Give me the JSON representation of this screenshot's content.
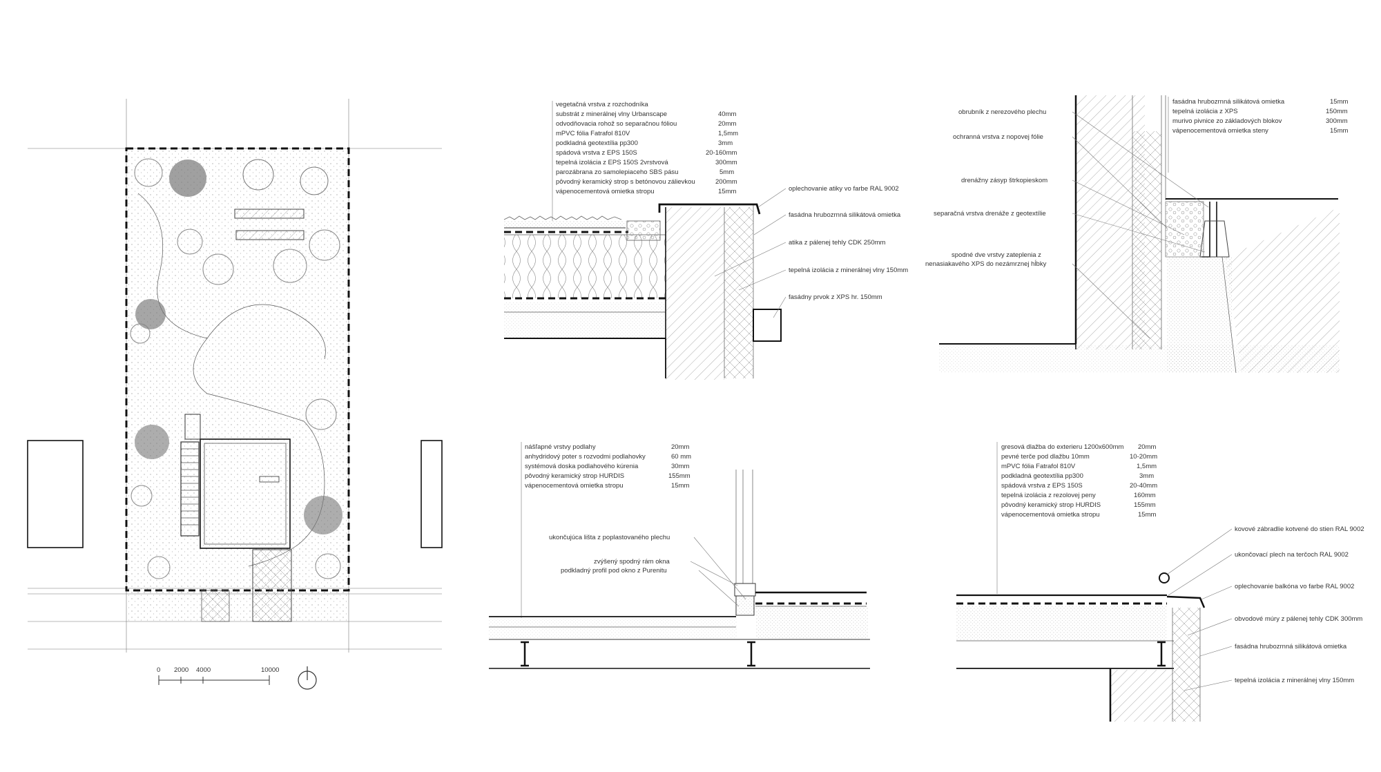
{
  "site_plan": {
    "scale_labels": [
      "0",
      "2000",
      "4000",
      "10000"
    ]
  },
  "roof_detail": {
    "layers": [
      {
        "name": "vegetačná vrstva z rozchodníka",
        "thickness": ""
      },
      {
        "name": "substrát z minerálnej vlny Urbanscape",
        "thickness": "40mm"
      },
      {
        "name": "odvodňovacia rohož so separačnou fóliou",
        "thickness": "20mm"
      },
      {
        "name": "mPVC fólia Fatrafol 810V",
        "thickness": "1,5mm"
      },
      {
        "name": "podkladná geotextília pp300",
        "thickness": "3mm"
      },
      {
        "name": "spádová vrstva z EPS 150S",
        "thickness": "20-160mm"
      },
      {
        "name": "tepelná izolácia z EPS 150S 2vrstvová",
        "thickness": "300mm"
      },
      {
        "name": "parozábrana zo samolepiaceho SBS pásu",
        "thickness": "5mm"
      },
      {
        "name": "pôvodný keramický strop s betónovou zálievkou",
        "thickness": "200mm"
      },
      {
        "name": "vápenocementová omietka stropu",
        "thickness": "15mm"
      }
    ],
    "callouts": [
      "oplechovanie atiky vo farbe RAL 9002",
      "fasádna hrubozrnná  silikátová omietka",
      "atika z pálenej tehly CDK 250mm",
      "tepelná izolácia z minerálnej vlny 150mm",
      "fasádny prvok z XPS hr. 150mm"
    ]
  },
  "basement_detail": {
    "callouts_left": [
      "obrubník z nerezového plechu",
      "ochranná vrstva z nopovej fólie",
      "drenážny zásyp štrkopieskom",
      "separačná vrstva drenáže z geotextílie",
      "spodné dve vrstvy zateplenia z",
      "nenasiakavého XPS do nezámrznej hĺbky"
    ],
    "layers": [
      {
        "name": "fasádna hrubozrnná  silikátová omietka",
        "thickness": "15mm"
      },
      {
        "name": "tepelná izolácia z XPS",
        "thickness": "150mm"
      },
      {
        "name": "murivo pivnice zo základových blokov",
        "thickness": "300mm"
      },
      {
        "name": "vápenocementová omietka steny",
        "thickness": "15mm"
      }
    ]
  },
  "floor_detail": {
    "layers": [
      {
        "name": "nášľapné vrstvy podlahy",
        "thickness": "20mm"
      },
      {
        "name": "anhydridový poter s rozvodmi podlahovky",
        "thickness": "60 mm"
      },
      {
        "name": "systémová doska podlahového kúrenia",
        "thickness": "30mm"
      },
      {
        "name": "pôvodný keramický strop HURDIS",
        "thickness": "155mm"
      },
      {
        "name": "vápenocementová omietka stropu",
        "thickness": "15mm"
      }
    ],
    "callouts": [
      "ukončujúca lišta z poplastovaného plechu",
      "zvýšený spodný rám okna",
      "podkladný profil pod okno z Purenitu"
    ]
  },
  "balcony_detail": {
    "layers": [
      {
        "name": "gresová dlažba do exterieru 1200x600mm",
        "thickness": "20mm"
      },
      {
        "name": "pevné terče pod dlažbu 10mm",
        "thickness": "10-20mm"
      },
      {
        "name": "mPVC fólia Fatrafol 810V",
        "thickness": "1,5mm"
      },
      {
        "name": "podkladná geotextília pp300",
        "thickness": "3mm"
      },
      {
        "name": "spádová vrstva z EPS 150S",
        "thickness": "20-40mm"
      },
      {
        "name": "tepelná izolácia z rezolovej peny",
        "thickness": "160mm"
      },
      {
        "name": "pôvodný keramický strop HURDIS",
        "thickness": "155mm"
      },
      {
        "name": "vápenocementová omietka stropu",
        "thickness": "15mm"
      }
    ],
    "callouts": [
      "kovové zábradlie kotvené do stien RAL 9002",
      "ukončovací plech na terčoch RAL 9002",
      "oplechovanie balkóna vo farbe RAL 9002",
      "obvodové múry z pálenej tehly CDK 300mm",
      "fasádna hrubozrnná  silikátová omietka",
      "tepelná izolácia z minerálnej vlny 150mm"
    ]
  }
}
